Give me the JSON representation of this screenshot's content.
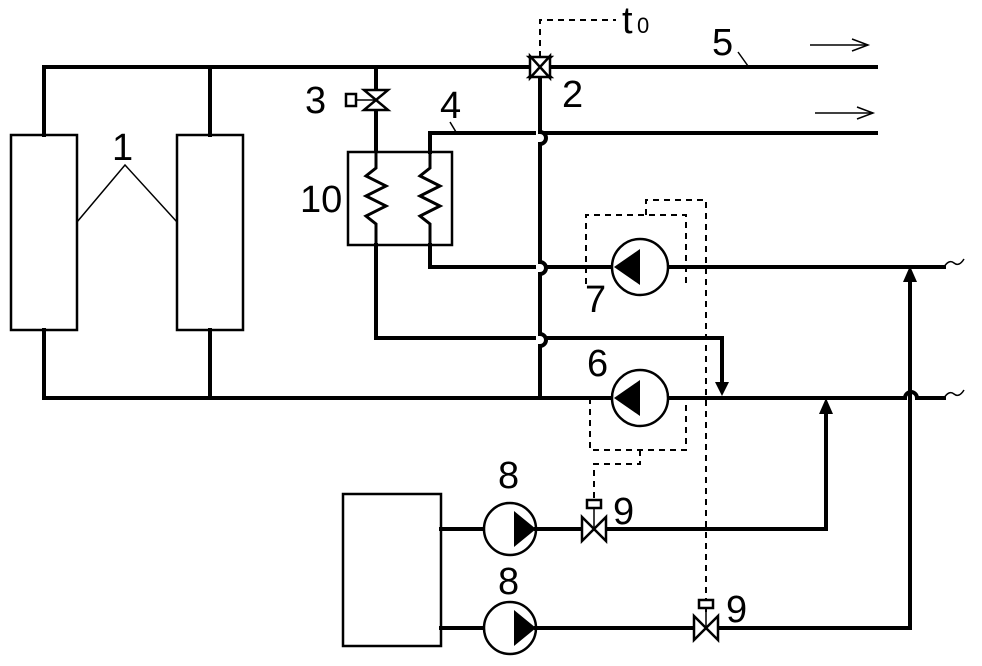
{
  "labels": {
    "boiler": "1",
    "three_way_valve": "2",
    "valve": "3",
    "hot_water_line": "4",
    "supply_line": "5",
    "pump_heating": "6",
    "pump_hot_water": "7",
    "pump_left_upper": "8",
    "pump_left_lower": "8",
    "valve_upper": "9",
    "valve_lower": "9",
    "heat_exchanger": "10",
    "temp_sensor": "t",
    "temp_sensor_sub": "0"
  }
}
